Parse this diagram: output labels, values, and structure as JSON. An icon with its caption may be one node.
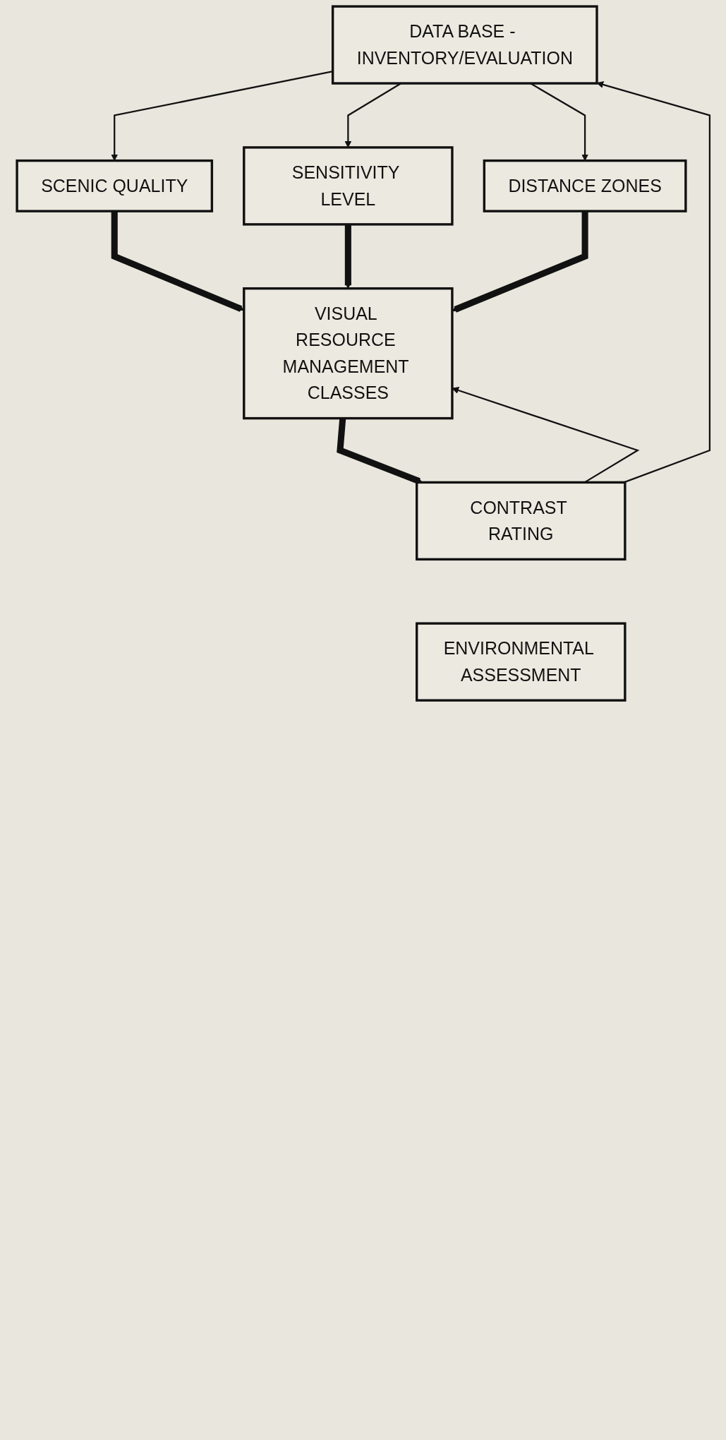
{
  "diagram": {
    "nodes": [
      {
        "text": [
          "DATA BASE - INVENTORY/EVALUATION"
        ]
      },
      {
        "text": [
          "SCENIC QUALITY"
        ]
      },
      {
        "text": [
          "SENSITIVITY LEVEL"
        ]
      },
      {
        "text": [
          "DISTANCE ZONES"
        ]
      },
      {
        "text": [
          "VISUAL RESOURCE MANAGEMENT CLASSES"
        ]
      },
      {
        "text": [
          "CONTRAST RATING"
        ]
      },
      {
        "text": [
          "ENVIRONMENTAL ASSESSMENT"
        ]
      }
    ],
    "edges": [
      {
        "from": 0,
        "to": 1,
        "arrow": "to"
      },
      {
        "from": 0,
        "to": 2,
        "arrow": "to"
      },
      {
        "from": 0,
        "to": 3,
        "arrow": "to"
      },
      {
        "from": 1,
        "to": 4,
        "arrow": "to",
        "style": "thick"
      },
      {
        "from": 2,
        "to": 4,
        "arrow": "to",
        "style": "thick"
      },
      {
        "from": 3,
        "to": 4,
        "arrow": "to",
        "style": "thick"
      },
      {
        "from": 4,
        "to": 5,
        "arrow": "to",
        "style": "thick"
      },
      {
        "from": 5,
        "to": 0,
        "arrow": "to"
      },
      {
        "from": 5,
        "to": 4,
        "arrow": "to"
      }
    ]
  }
}
